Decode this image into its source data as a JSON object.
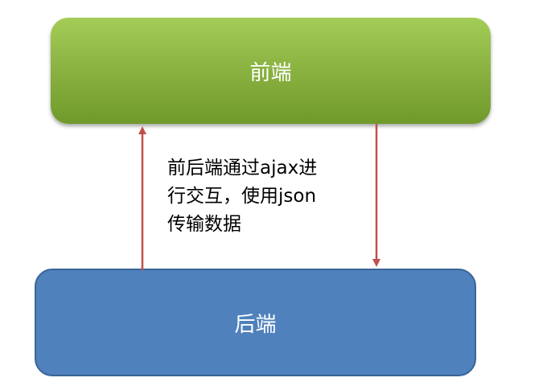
{
  "nodes": {
    "frontend": "前端",
    "backend": "后端"
  },
  "edge_label": "前后端通过ajax进\n行交互，使用json\n传输数据",
  "colors": {
    "frontend_top": "#a3cd57",
    "frontend_bottom": "#6f9a2b",
    "backend_fill": "#4f81bd",
    "backend_border": "#3a6595",
    "arrow": "#c0504d"
  }
}
